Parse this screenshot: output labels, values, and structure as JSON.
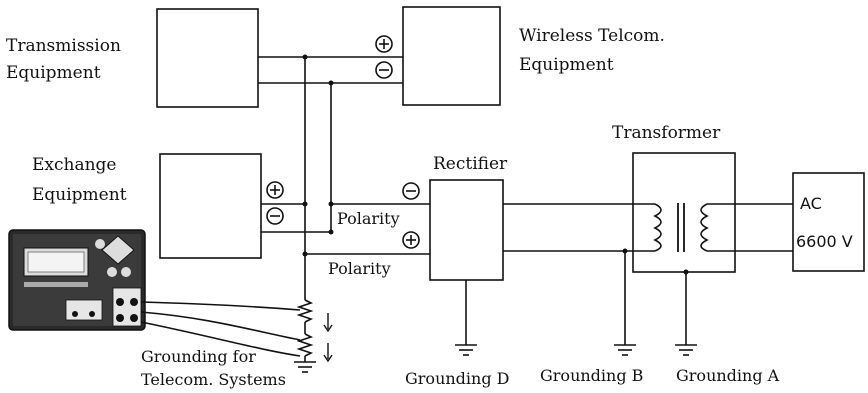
{
  "labels": {
    "transmission": [
      "Transmission",
      "Equipment"
    ],
    "wireless": [
      "Wireless Telcom.",
      "Equipment"
    ],
    "exchange": [
      "Exchange",
      "Equipment"
    ],
    "rectifier": "Rectifier",
    "transformer": "Transformer",
    "ac": [
      "AC",
      "6600 V"
    ],
    "polarity_upper": "Polarity",
    "polarity_lower": "Polarity",
    "grounding_telecom": [
      "Grounding for",
      "Telecom. Systems"
    ],
    "grounding_d": "Grounding D",
    "grounding_b": "Grounding B",
    "grounding_a": "Grounding A"
  },
  "terminals": {
    "plus": "+",
    "minus": "−"
  },
  "colors": {
    "line": "#111111",
    "background": "#ffffff"
  },
  "icons": {
    "ground": "ground-symbol-icon",
    "resistor": "resistor-icon",
    "coil": "transformer-coil-icon",
    "tester": "ground-tester-device-icon"
  }
}
